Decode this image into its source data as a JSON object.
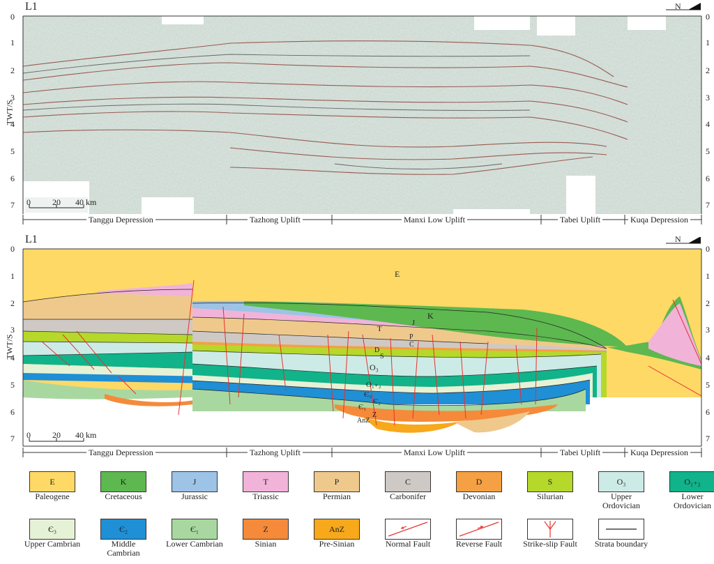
{
  "top_panel": {
    "label": "L1",
    "y_axis_title": "TWT/S",
    "y_ticks": [
      "0",
      "1",
      "2",
      "3",
      "4",
      "5",
      "6",
      "7"
    ],
    "north": "N",
    "scalebar": {
      "ticks": [
        "0",
        "20",
        "40 km"
      ]
    },
    "regions": [
      "Tanggu Depression",
      "Tazhong Uplift",
      "Manxi Low Uplift",
      "Tabei Uplift",
      "Kuqa Depression"
    ]
  },
  "bottom_panel": {
    "label": "L1",
    "y_axis_title": "TWT/S",
    "y_ticks": [
      "0",
      "1",
      "2",
      "3",
      "4",
      "5",
      "6",
      "7"
    ],
    "north": "N",
    "scalebar": {
      "ticks": [
        "0",
        "20",
        "40 km"
      ]
    },
    "regions": [
      "Tanggu Depression",
      "Tazhong Uplift",
      "Manxi Low Uplift",
      "Tabei Uplift",
      "Kuqa Depression"
    ],
    "layer_labels": {
      "E": "E",
      "K": "K",
      "J": "J",
      "T": "T",
      "P": "P",
      "C": "C",
      "D": "D",
      "S": "S",
      "O3": "O₃",
      "O12": "O₁₊₂",
      "E3": "Є₃",
      "E2": "Є₂",
      "E1": "Є₁",
      "Z": "Z",
      "AnZ": "AnZ"
    }
  },
  "legend": [
    {
      "code": "E",
      "name": "Paleogene",
      "color": "#FFD966"
    },
    {
      "code": "K",
      "name": "Cretaceous",
      "color": "#5DB84F"
    },
    {
      "code": "J",
      "name": "Jurassic",
      "color": "#9DC3E6"
    },
    {
      "code": "T",
      "name": "Triassic",
      "color": "#F2B3D9"
    },
    {
      "code": "P",
      "name": "Permian",
      "color": "#EFC98C"
    },
    {
      "code": "C",
      "name": "Carbonifer",
      "color": "#CFC9C5"
    },
    {
      "code": "D",
      "name": "Devonian",
      "color": "#F4A043"
    },
    {
      "code": "S",
      "name": "Silurian",
      "color": "#B5D82B"
    },
    {
      "code": "O₃",
      "name": "Upper Ordovician",
      "color": "#CDEBE6"
    },
    {
      "code": "O₁₊₂",
      "name": "Lower Ordovician",
      "color": "#11B38A"
    },
    {
      "code": "Є₃",
      "name": "Upper Cambrian",
      "color": "#E6F2D6"
    },
    {
      "code": "Є₂",
      "name": "Middle Cambrian",
      "color": "#1F8FD6"
    },
    {
      "code": "Є₁",
      "name": "Lower Cambrian",
      "color": "#A8D8A0"
    },
    {
      "code": "Z",
      "name": "Sinian",
      "color": "#F58A3A"
    },
    {
      "code": "AnZ",
      "name": "Pre-Sinian",
      "color": "#F7A81B"
    },
    {
      "code": "",
      "name": "Normal Fault",
      "color": "#E8302E"
    },
    {
      "code": "",
      "name": "Reverse Fault",
      "color": "#E8302E"
    },
    {
      "code": "",
      "name": "Strike-slip Fault",
      "color": "#E8302E"
    },
    {
      "code": "",
      "name": "Strata boundary",
      "color": "#222222"
    }
  ]
}
